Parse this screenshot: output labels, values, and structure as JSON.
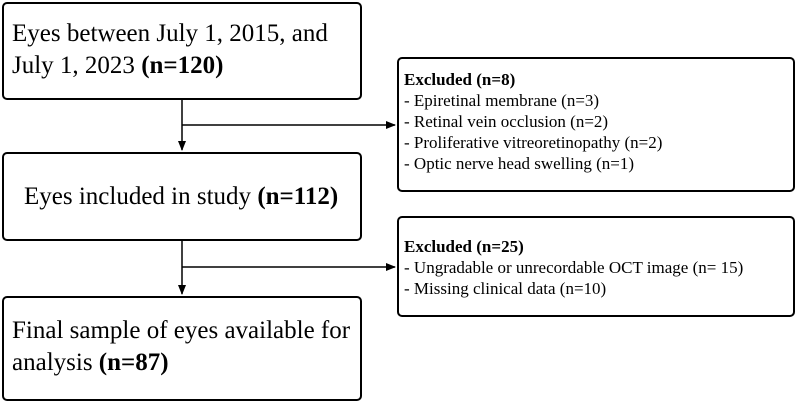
{
  "steps": [
    {
      "line1": "Eyes between July 1, 2015, and",
      "line2_text": "July 1, 2023 ",
      "count": "(n=120)"
    },
    {
      "text": "Eyes included in study ",
      "count": "(n=112)"
    },
    {
      "line1": "Final sample of eyes available for",
      "line2_text": "analysis ",
      "count": "(n=87)"
    }
  ],
  "exclusions": [
    {
      "title": "Excluded (n=8)",
      "items": [
        "- Epiretinal membrane (n=3)",
        "- Retinal vein occlusion (n=2)",
        "- Proliferative vitreoretinopathy (n=2)",
        "- Optic nerve head swelling (n=1)"
      ]
    },
    {
      "title": "Excluded (n=25)",
      "items": [
        "- Ungradable or unrecordable OCT image (n= 15)",
        "- Missing clinical data (n=10)"
      ]
    }
  ],
  "colors": {
    "line": "#000000",
    "background": "#ffffff"
  }
}
